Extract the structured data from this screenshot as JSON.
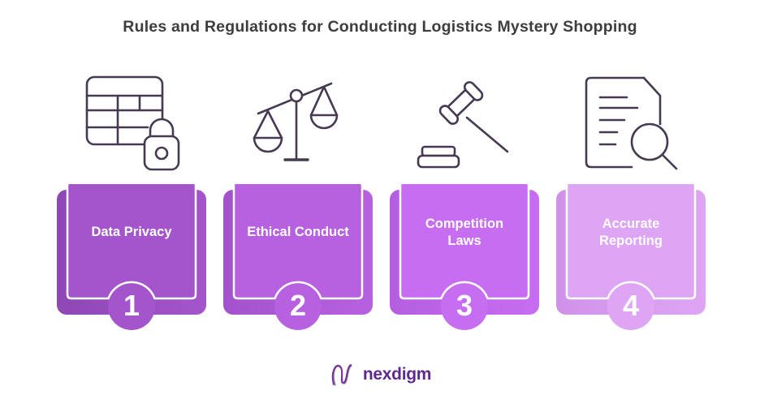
{
  "title": "Rules and Regulations for Conducting Logistics Mystery Shopping",
  "cards": [
    {
      "number": "1",
      "label": "Data Privacy",
      "icon": "table-lock-icon",
      "base": "#a455cb",
      "shade": "#8f47b5"
    },
    {
      "number": "2",
      "label": "Ethical Conduct",
      "icon": "scales-icon",
      "base": "#b761e1",
      "shade": "#a452cc"
    },
    {
      "number": "3",
      "label": "Competition Laws",
      "icon": "gavel-icon",
      "base": "#c76df2",
      "shade": "#b45ee0"
    },
    {
      "number": "4",
      "label": "Accurate Reporting",
      "icon": "document-search-icon",
      "base": "#dfa5f5",
      "shade": "#cf92e8"
    }
  ],
  "footer": {
    "logo_text": "nexdigm",
    "logo_color": "#5f2a8e"
  },
  "colors": {
    "title_text": "#3e3e3e",
    "icon_stroke": "#463a52",
    "card_text": "#ffffff"
  }
}
